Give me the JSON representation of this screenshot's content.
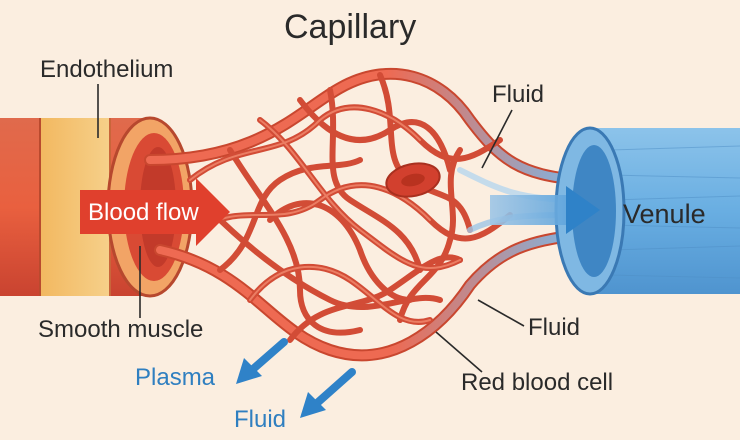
{
  "title": "Capillary",
  "labels": {
    "endothelium": "Endothelium",
    "smooth_muscle": "Smooth muscle",
    "blood_flow": "Blood flow",
    "venule": "Venule",
    "fluid_top": "Fluid",
    "fluid_right": "Fluid",
    "fluid_bottom": "Fluid",
    "plasma": "Plasma",
    "red_blood_cell": "Red blood cell"
  },
  "colors": {
    "background": "#fbeee0",
    "arteriole": "#e2553f",
    "endothelium": "#f3c36e",
    "capillary": "#ee6a52",
    "venule": "#5da6dc",
    "arrow_red": "#e0402d",
    "arrow_blue": "#2f82c8",
    "label_blue": "#2f7fc0"
  }
}
